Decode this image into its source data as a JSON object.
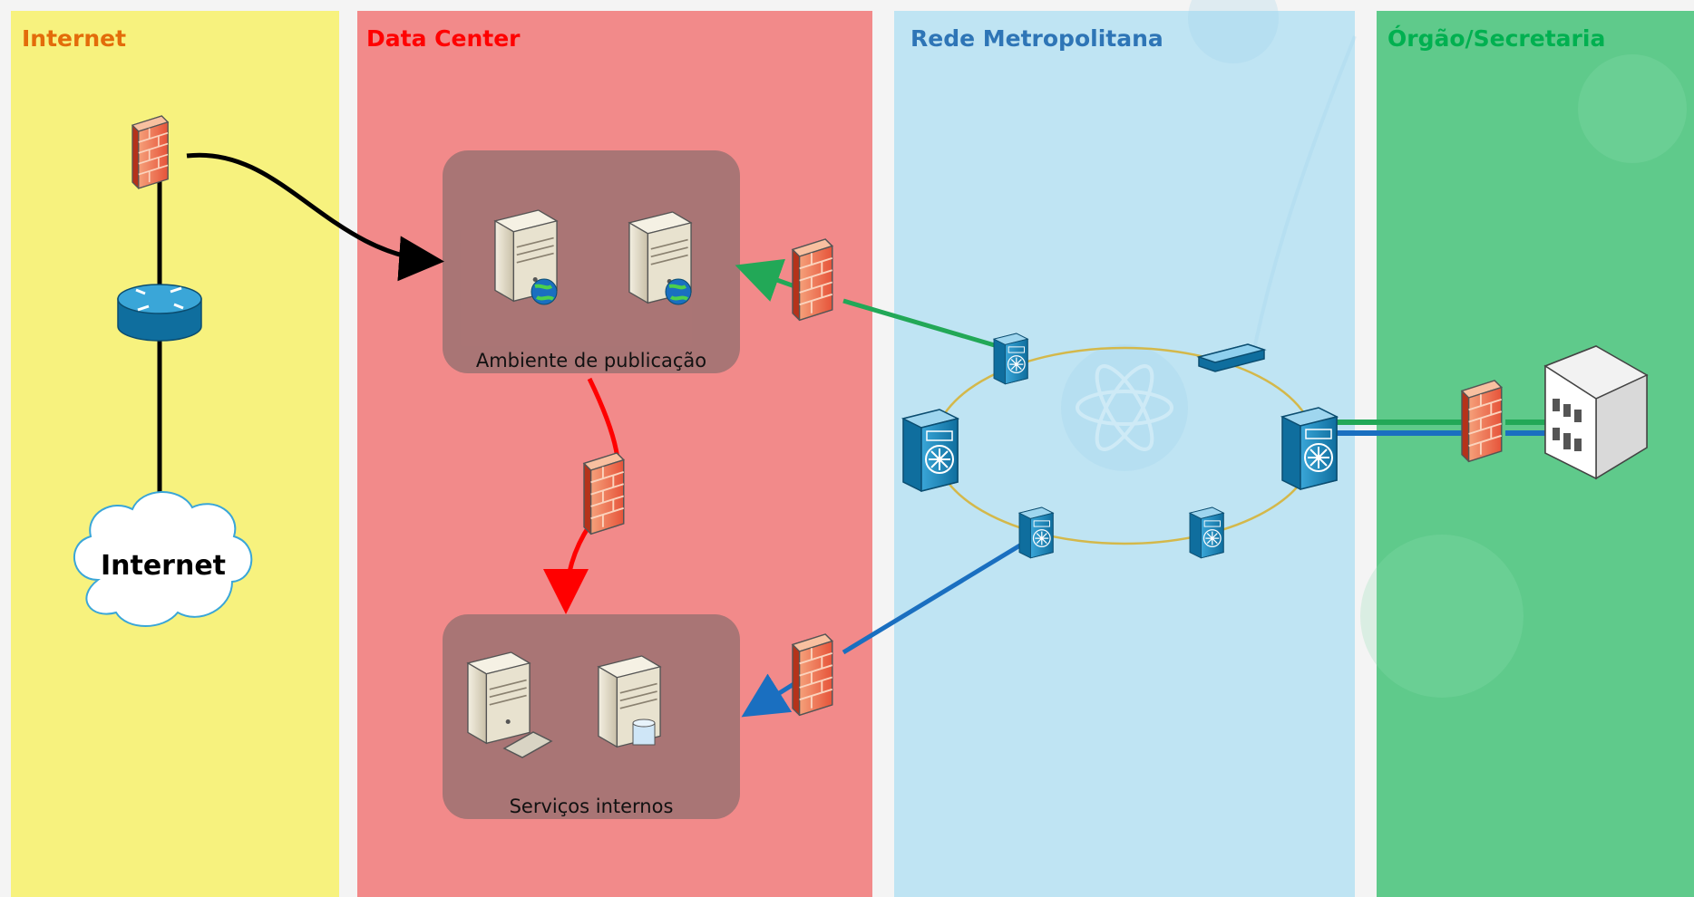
{
  "zones": {
    "internet": {
      "title": "Internet",
      "color": "#e36c0a"
    },
    "datacenter": {
      "title": "Data Center",
      "color": "#ff0000"
    },
    "metro": {
      "title": "Rede Metropolitana",
      "color": "#2e75b6"
    },
    "orgao": {
      "title": "Órgão/Secretaria",
      "color": "#00b050"
    }
  },
  "groups": {
    "publicacao": {
      "label": "Ambiente de publicação"
    },
    "internos": {
      "label": "Serviços internos"
    }
  },
  "cloud": {
    "label": "Internet"
  },
  "colors": {
    "internet_bg": "#f7f27e",
    "datacenter_bg": "#f28a8a",
    "metro_bg": "#bfe4f3",
    "orgao_bg": "#5fca8b",
    "link_black": "#000000",
    "link_red": "#ff0000",
    "link_green": "#22a857",
    "link_blue": "#1a6fc0",
    "ring": "#d4b84a"
  }
}
